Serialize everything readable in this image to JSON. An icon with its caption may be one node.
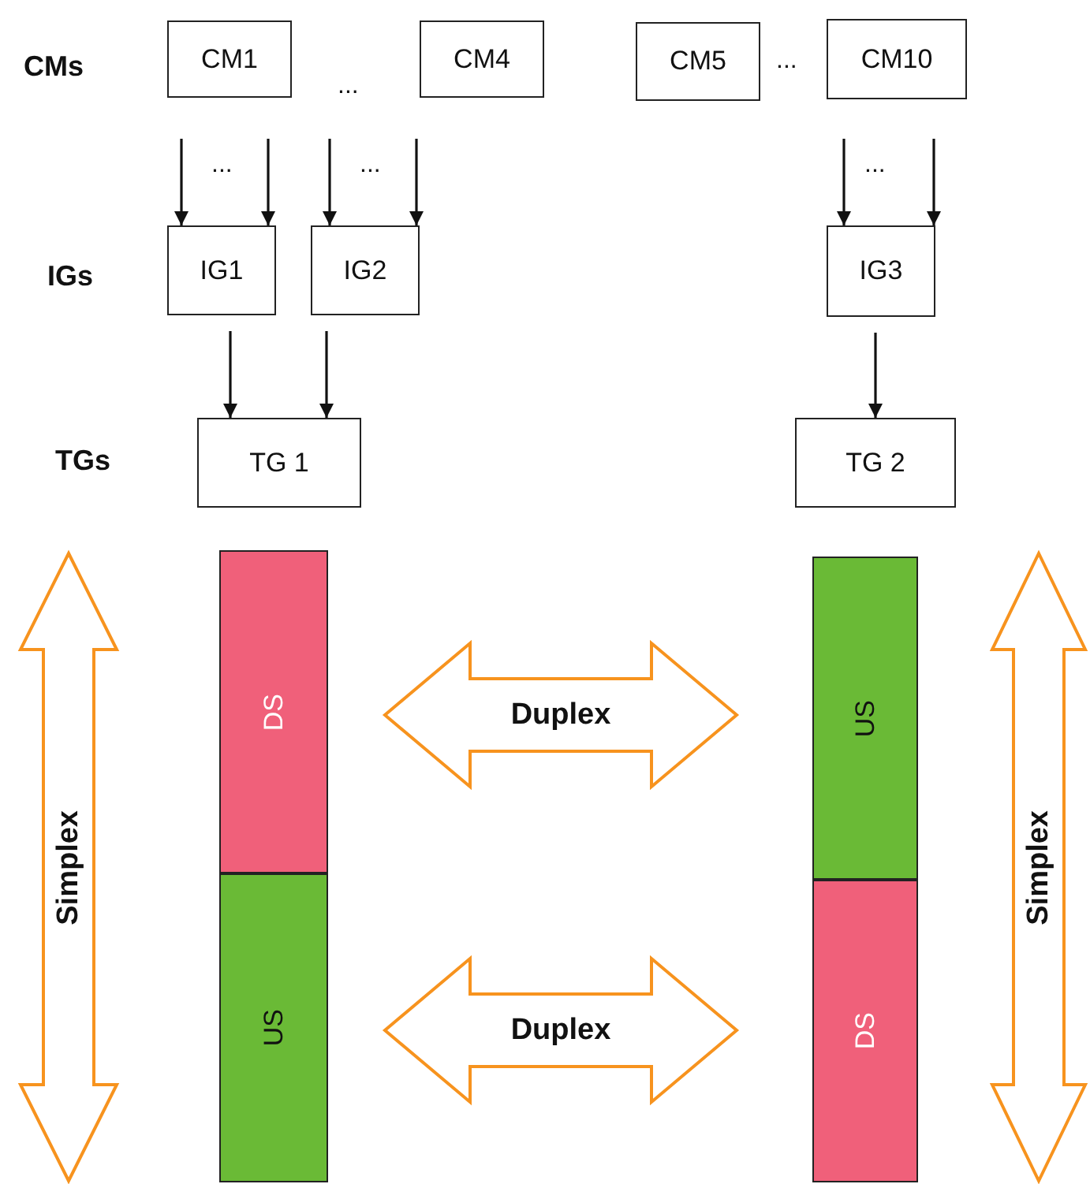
{
  "diagram": {
    "nodes": [
      {
        "text": [
          "CM1"
        ]
      },
      {
        "text": [
          "CM4"
        ]
      },
      {
        "text": [
          "CM5"
        ]
      },
      {
        "text": [
          "CM10"
        ]
      },
      {
        "text": [
          "IG1"
        ]
      },
      {
        "text": [
          "IG2"
        ]
      },
      {
        "text": [
          "IG3"
        ]
      },
      {
        "text": [
          "TG 1"
        ]
      },
      {
        "text": [
          "TG 2"
        ]
      },
      {
        "text": [
          "Simplex"
        ]
      },
      {
        "text": [
          "DS"
        ]
      },
      {
        "text": [
          "US"
        ]
      },
      {
        "text": [
          "Duplex"
        ]
      },
      {
        "text": [
          "Duplex"
        ]
      },
      {
        "text": [
          "Simplex"
        ]
      },
      {
        "text": [
          "US"
        ]
      },
      {
        "text": [
          "DS"
        ]
      }
    ],
    "edges": [
      {
        "from": null,
        "to": 4,
        "arrow": "to"
      },
      {
        "from": null,
        "to": 4,
        "arrow": "to"
      },
      {
        "from": null,
        "to": 5,
        "arrow": "to"
      },
      {
        "from": null,
        "to": 5,
        "arrow": "to"
      },
      {
        "from": null,
        "to": 6,
        "arrow": "to"
      },
      {
        "from": null,
        "to": 6,
        "arrow": "to"
      },
      {
        "from": 4,
        "to": 7,
        "arrow": "to"
      },
      {
        "from": 5,
        "to": 7,
        "arrow": "to"
      },
      {
        "from": 6,
        "to": 8,
        "arrow": "to"
      }
    ],
    "labels": [
      "CMs",
      "...",
      "...",
      "...",
      "...",
      "...",
      "IGs",
      "TGs"
    ]
  }
}
